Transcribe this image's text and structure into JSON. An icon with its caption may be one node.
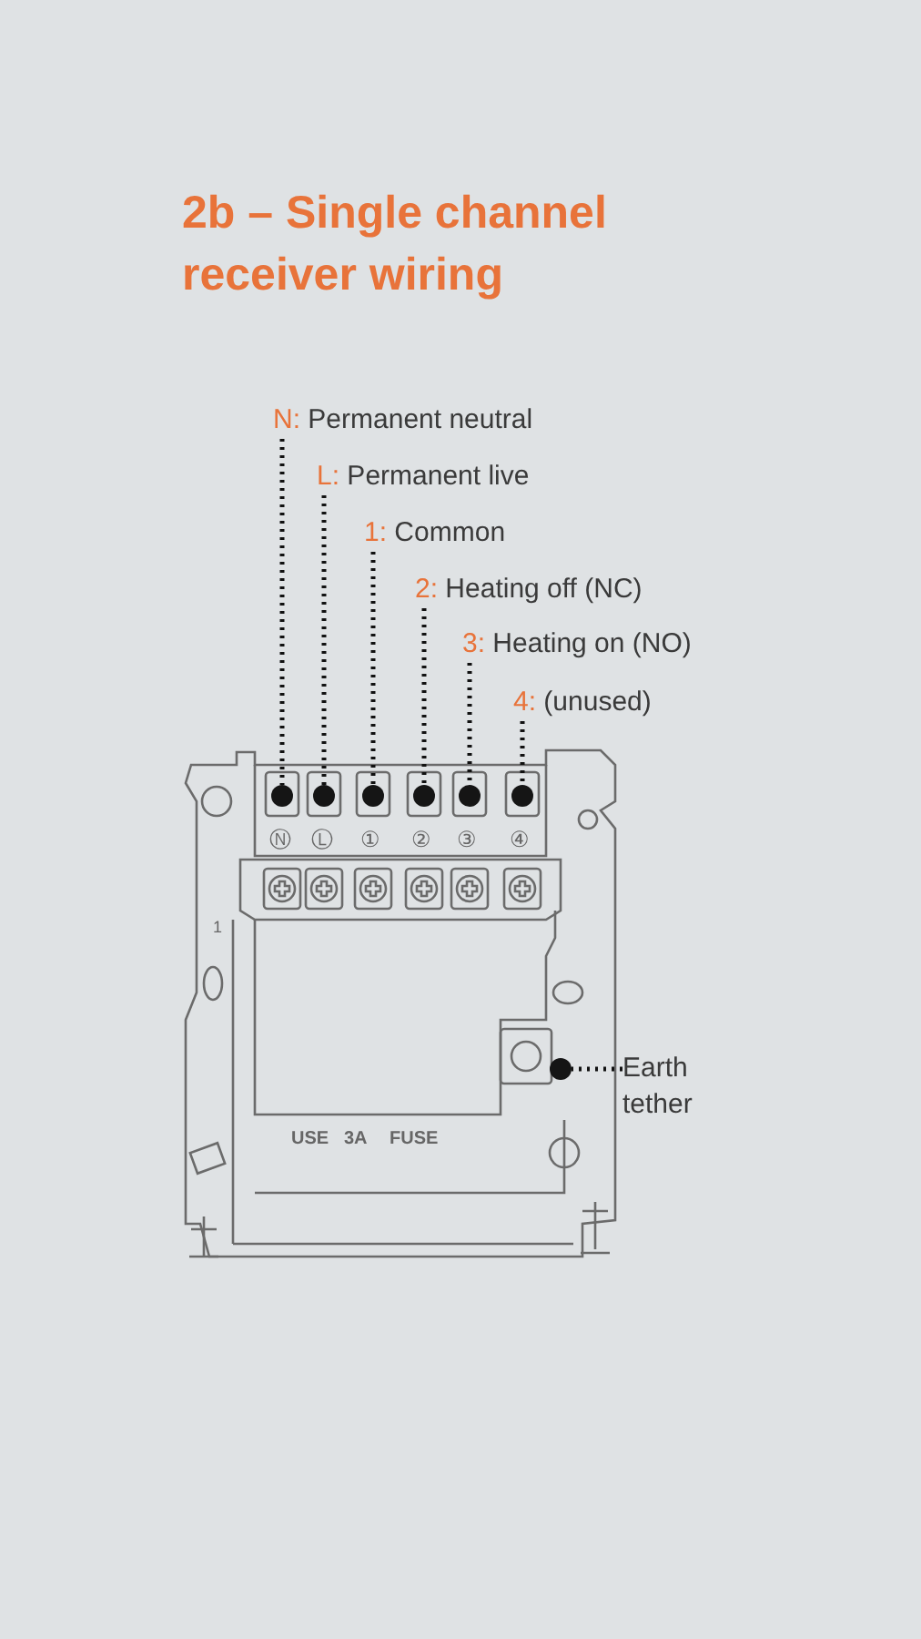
{
  "diagram": {
    "title": "2b – Single channel receiver wiring",
    "nodes": [
      {
        "text": [
          "N: Permanent neutral"
        ]
      },
      {
        "text": [
          "L: Permanent live"
        ]
      },
      {
        "text": [
          "1: Common"
        ]
      },
      {
        "text": [
          "2: Heating off (NC)"
        ]
      },
      {
        "text": [
          "3: Heating on (NO)"
        ]
      },
      {
        "text": [
          "4: (unused)"
        ]
      },
      {
        "text": [],
        "shape": "circle"
      },
      {
        "text": [],
        "shape": "circle"
      },
      {
        "text": [],
        "shape": "circle"
      },
      {
        "text": [],
        "shape": "circle"
      },
      {
        "text": [],
        "shape": "circle"
      },
      {
        "text": [],
        "shape": "circle"
      },
      {
        "text": [
          "Earth tether"
        ]
      },
      {
        "text": [],
        "shape": "circle"
      }
    ],
    "edges": [
      {
        "from": 0,
        "to": 6,
        "arrow": "none"
      },
      {
        "from": 1,
        "to": 7,
        "arrow": "none"
      },
      {
        "from": 2,
        "to": 8,
        "arrow": "none"
      },
      {
        "from": 3,
        "to": 9,
        "arrow": "none"
      },
      {
        "from": 4,
        "to": 10,
        "arrow": "none"
      },
      {
        "from": 5,
        "to": 11,
        "arrow": "none"
      },
      {
        "from": 12,
        "to": 13,
        "arrow": "none"
      }
    ],
    "labels": [
      "Ⓝ",
      "Ⓛ",
      "①",
      "②",
      "③",
      "④",
      "1",
      "USE",
      "3A",
      "FUSE"
    ]
  }
}
